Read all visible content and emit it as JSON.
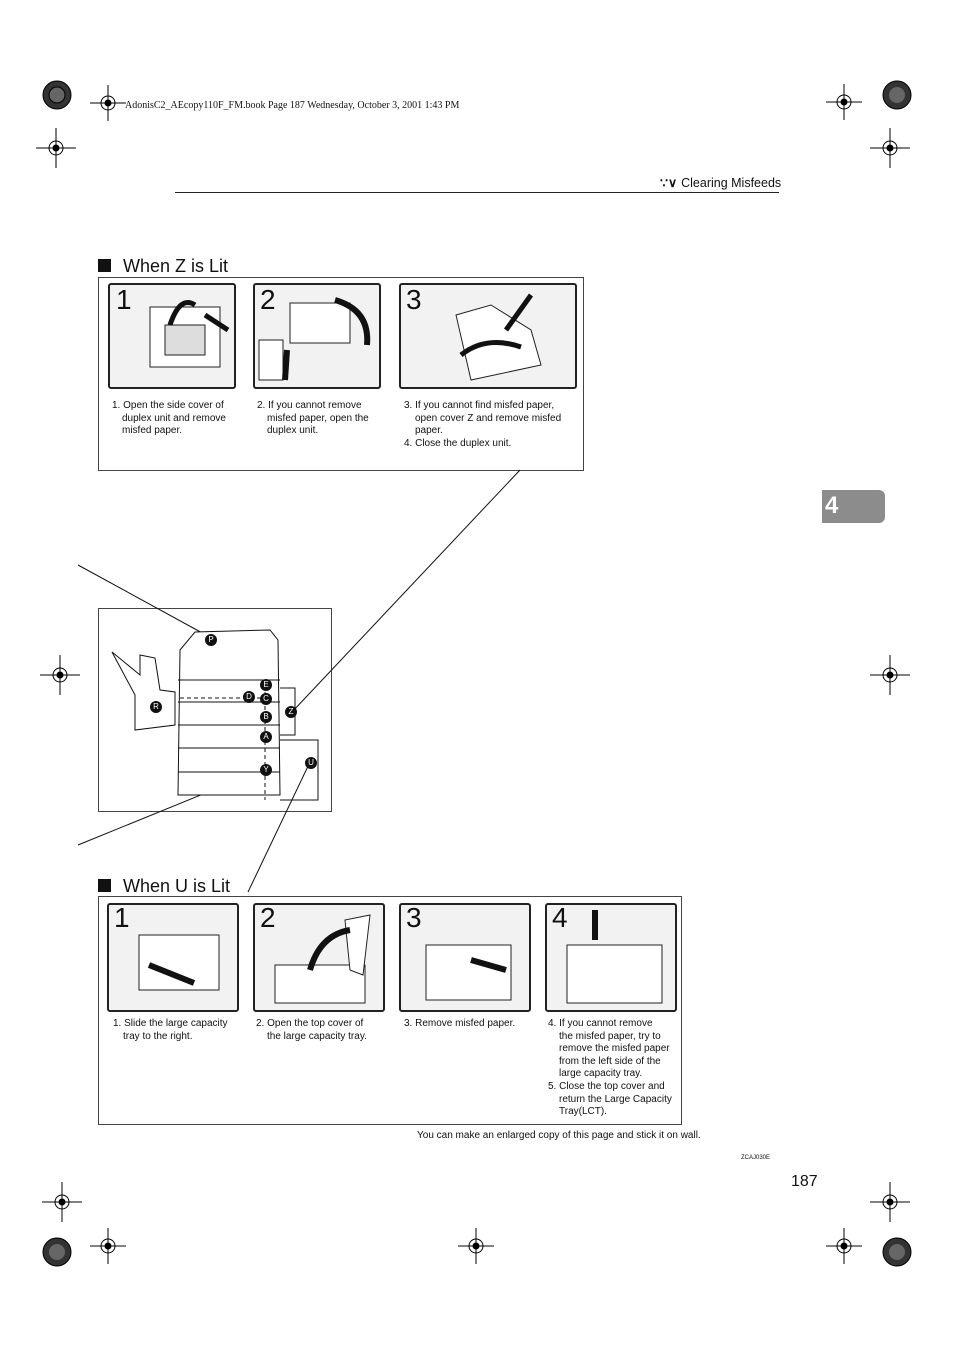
{
  "file_header": "AdonisC2_AEcopy110F_FM.book  Page 187  Wednesday, October 3, 2001  1:43 PM",
  "section_header": "Clearing Misfeeds",
  "chapter_tab": "4",
  "section_z": {
    "title": "When Z is Lit",
    "steps": [
      {
        "number": "1",
        "lines": [
          "1. Open the side cover of",
          "duplex unit and remove",
          "misfed paper."
        ]
      },
      {
        "number": "2",
        "lines": [
          "2. If you cannot remove",
          "misfed paper, open the",
          "duplex unit."
        ]
      },
      {
        "number": "3",
        "lines": [
          "3. If you cannot find misfed paper,",
          "open cover Z and remove misfed",
          "paper.",
          "4. Close the duplex unit."
        ]
      }
    ]
  },
  "section_u": {
    "title": "When U is Lit",
    "steps": [
      {
        "number": "1",
        "lines": [
          "1. Slide the large capacity",
          "tray to the right."
        ]
      },
      {
        "number": "2",
        "lines": [
          "2. Open the top cover of",
          "the large capacity tray."
        ]
      },
      {
        "number": "3",
        "lines": [
          "3. Remove misfed paper."
        ]
      },
      {
        "number": "4",
        "lines": [
          "4. If you cannot remove",
          "the misfed paper, try to",
          "remove the misfed paper",
          "from the left side of the",
          "large capacity tray.",
          "5. Close the top cover and",
          "return the Large Capacity",
          "Tray(LCT)."
        ]
      }
    ]
  },
  "machine_labels": [
    "P",
    "E",
    "D",
    "C",
    "R",
    "B",
    "Z",
    "A",
    "U",
    "Y"
  ],
  "enlarge_note": "You can make an enlarged copy of this page and stick it on wall.",
  "figure_code": "ZCAJ030E",
  "page_number": "187"
}
